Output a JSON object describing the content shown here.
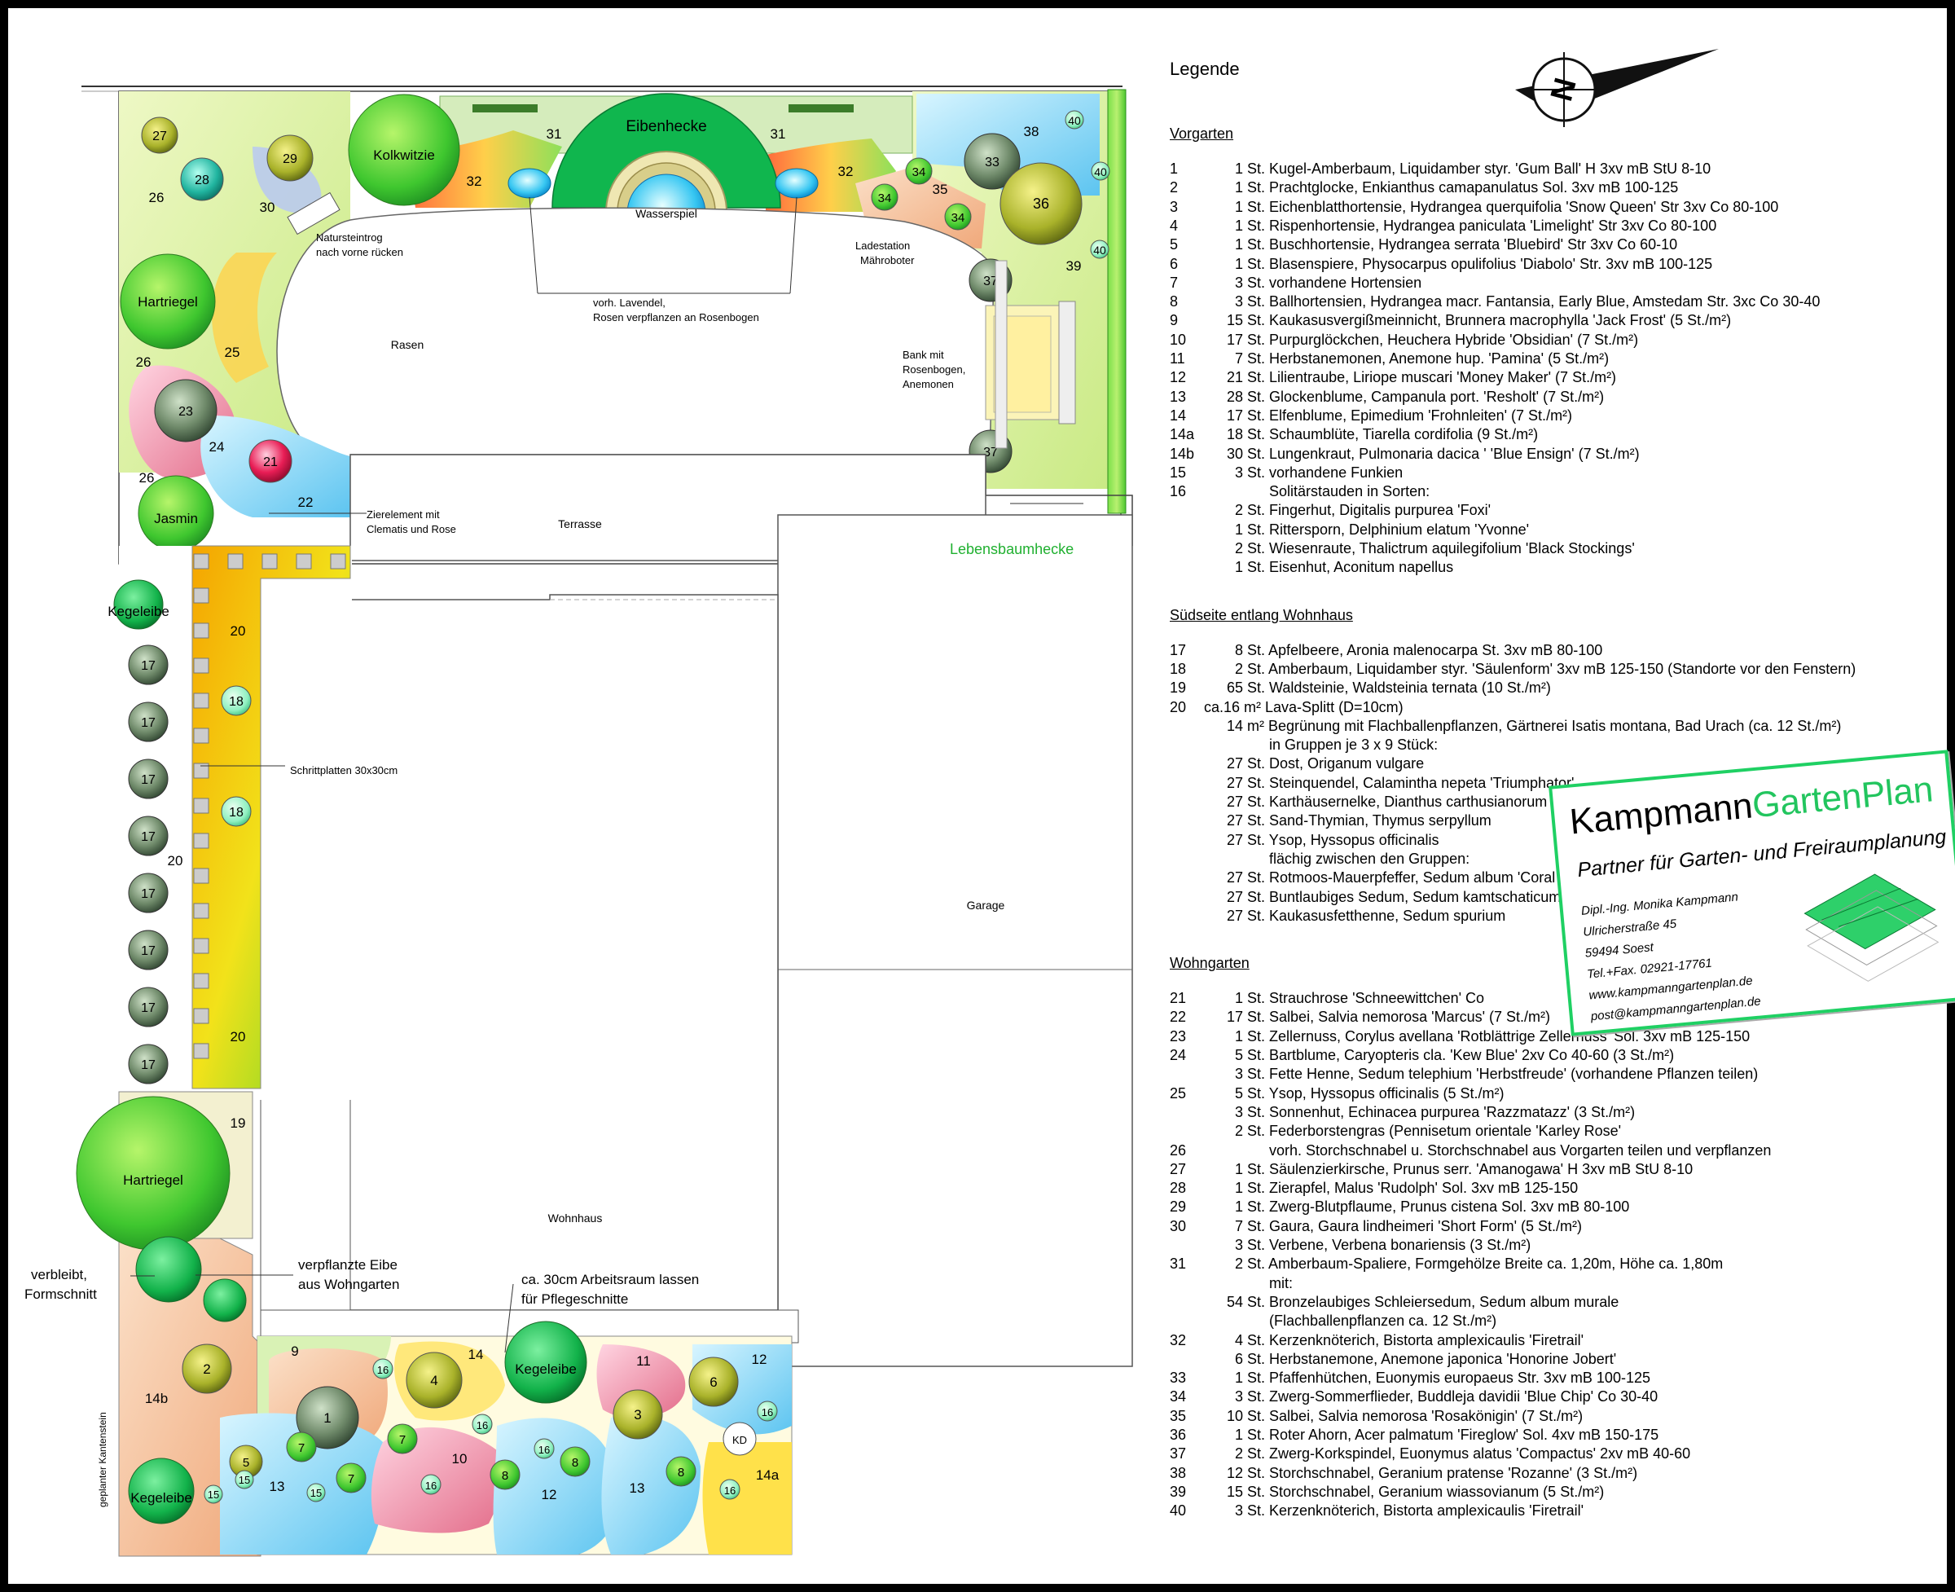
{
  "legend": {
    "title": "Legende",
    "sections": [
      {
        "heading": "Vorgarten",
        "rows": [
          {
            "n": "1",
            "t": "1 St. Kugel-Amberbaum, Liquidamber styr. 'Gum Ball' H 3xv mB StU 8-10"
          },
          {
            "n": "2",
            "t": "1 St. Prachtglocke, Enkianthus camapanulatus Sol. 3xv mB 100-125"
          },
          {
            "n": "3",
            "t": "1 St. Eichenblatthortensie, Hydrangea querquifolia 'Snow Queen' Str 3xv Co 80-100"
          },
          {
            "n": "4",
            "t": "1 St. Rispenhortensie, Hydrangea paniculata 'Limelight' Str 3xv Co 80-100"
          },
          {
            "n": "5",
            "t": "1 St. Buschhortensie, Hydrangea serrata 'Bluebird' Str 3xv Co 60-10"
          },
          {
            "n": "6",
            "t": "1 St. Blasenspiere, Physocarpus opulifolius 'Diabolo' Str. 3xv mB 100-125"
          },
          {
            "n": "7",
            "t": "3 St. vorhandene Hortensien"
          },
          {
            "n": "8",
            "t": "3 St. Ballhortensien, Hydrangea macr. Fantansia, Early Blue, Amstedam Str. 3xc Co 30-40"
          },
          {
            "n": "9",
            "t": "15 St. Kaukasusvergißmeinnicht, Brunnera macrophylla 'Jack Frost' (5 St./m²)"
          },
          {
            "n": "10",
            "t": "17 St. Purpurglöckchen, Heuchera Hybride 'Obsidian' (7 St./m²)"
          },
          {
            "n": "11",
            "t": "7 St. Herbstanemonen, Anemone hup. 'Pamina' (5 St./m²)"
          },
          {
            "n": "12",
            "t": "21 St. Lilientraube, Liriope muscari 'Money Maker' (7 St./m²)"
          },
          {
            "n": "13",
            "t": "28 St. Glockenblume, Campanula port. 'Resholt' (7 St./m²)"
          },
          {
            "n": "14",
            "t": "17 St. Elfenblume, Epimedium 'Frohnleiten' (7 St./m²)"
          },
          {
            "n": "14a",
            "t": "18 St. Schaumblüte, Tiarella cordifolia (9 St./m²)"
          },
          {
            "n": "14b",
            "t": "30 St. Lungenkraut, Pulmonaria dacica ' 'Blue Ensign' (7 St./m²)"
          },
          {
            "n": "15",
            "t": "3 St. vorhandene Funkien"
          },
          {
            "n": "16",
            "t": "Solitärstauden in Sorten:"
          },
          {
            "n": "",
            "t": "2 St. Fingerhut, Digitalis purpurea 'Foxi'"
          },
          {
            "n": "",
            "t": "1 St. Rittersporn, Delphinium elatum 'Yvonne'"
          },
          {
            "n": "",
            "t": "2 St. Wiesenraute, Thalictrum aquilegifolium 'Black Stockings'"
          },
          {
            "n": "",
            "t": "1 St. Eisenhut, Aconitum napellus"
          }
        ]
      },
      {
        "heading": "Südseite entlang Wohnhaus",
        "rows": [
          {
            "n": "17",
            "t": "8 St. Apfelbeere, Aronia malenocarpa St. 3xv mB 80-100"
          },
          {
            "n": "18",
            "t": "2 St. Amberbaum, Liquidamber styr. 'Säulenform' 3xv mB 125-150 (Standorte vor den Fenstern)"
          },
          {
            "n": "19",
            "t": "65 St. Waldsteinie, Waldsteinia ternata (10 St./m²)"
          },
          {
            "n": "20",
            "t": "ca.16 m² Lava-Splitt (D=10cm)"
          },
          {
            "n": "",
            "t": "14 m² Begrünung mit Flachballenpflanzen, Gärtnerei Isatis montana, Bad Urach (ca. 12 St./m²)"
          },
          {
            "n": "",
            "t": "in Gruppen je 3 x 9 Stück:"
          },
          {
            "n": "",
            "t": "27 St. Dost, Origanum vulgare"
          },
          {
            "n": "",
            "t": "27 St. Steinquendel, Calamintha nepeta 'Triumphator'"
          },
          {
            "n": "",
            "t": "27 St. Karthäusernelke, Dianthus carthusianorum"
          },
          {
            "n": "",
            "t": "27 St. Sand-Thymian, Thymus serpyllum"
          },
          {
            "n": "",
            "t": "27 St. Ysop, Hyssopus officinalis"
          },
          {
            "n": "",
            "t": "flächig zwischen den Gruppen:"
          },
          {
            "n": "",
            "t": "27 St. Rotmoos-Mauerpfeffer, Sedum album 'Coral Carpet'"
          },
          {
            "n": "",
            "t": "27 St. Buntlaubiges Sedum, Sedum kamtschaticum"
          },
          {
            "n": "",
            "t": "27 St. Kaukasusfetthenne, Sedum spurium"
          }
        ]
      },
      {
        "heading": "Wohngarten",
        "rows": [
          {
            "n": "21",
            "t": "1 St. Strauchrose 'Schneewittchen' Co"
          },
          {
            "n": "22",
            "t": "17 St. Salbei, Salvia nemorosa 'Marcus' (7 St./m²)"
          },
          {
            "n": "23",
            "t": "1 St. Zellernuss, Corylus avellana 'Rotblättrige Zellernuss' Sol. 3xv mB 125-150"
          },
          {
            "n": "24",
            "t": "5 St. Bartblume, Caryopteris cla. 'Kew Blue' 2xv Co 40-60 (3 St./m²)"
          },
          {
            "n": "",
            "t": "3 St. Fette Henne, Sedum telephium 'Herbstfreude' (vorhandene Pflanzen teilen)"
          },
          {
            "n": "25",
            "t": "5 St. Ysop, Hyssopus officinalis (5 St./m²)"
          },
          {
            "n": "",
            "t": "3 St. Sonnenhut, Echinacea purpurea 'Razzmatazz' (3 St./m²)"
          },
          {
            "n": "",
            "t": "2 St. Federborstengras (Pennisetum orientale 'Karley Rose'"
          },
          {
            "n": "26",
            "t": "vorh. Storchschnabel u. Storchschnabel aus Vorgarten teilen und verpflanzen"
          },
          {
            "n": "27",
            "t": "1 St. Säulenzierkirsche, Prunus serr. 'Amanogawa' H 3xv mB StU 8-10"
          },
          {
            "n": "28",
            "t": "1 St. Zierapfel, Malus 'Rudolph' Sol. 3xv mB 125-150"
          },
          {
            "n": "29",
            "t": "1 St. Zwerg-Blutpflaume, Prunus cistena Sol. 3xv mB 80-100"
          },
          {
            "n": "30",
            "t": "7 St. Gaura, Gaura lindheimeri 'Short Form' (5 St./m²)"
          },
          {
            "n": "",
            "t": "3 St. Verbene, Verbena bonariensis (3 St./m²)"
          },
          {
            "n": "31",
            "t": "2 St. Amberbaum-Spaliere, Formgehölze Breite ca. 1,20m, Höhe ca. 1,80m"
          },
          {
            "n": "",
            "t": "mit:"
          },
          {
            "n": "",
            "t": "54 St. Bronzelaubiges Schleiersedum, Sedum album murale"
          },
          {
            "n": "",
            "t": "(Flachballenpflanzen ca. 12 St./m²)"
          },
          {
            "n": "32",
            "t": "4 St. Kerzenknöterich, Bistorta amplexicaulis 'Firetrail'"
          },
          {
            "n": "",
            "t": "6 St. Herbstanemone, Anemone japonica 'Honorine Jobert'"
          },
          {
            "n": "33",
            "t": "1 St. Pfaffenhütchen, Euonymis europaeus Str. 3xv mB 100-125"
          },
          {
            "n": "34",
            "t": "3 St. Zwerg-Sommerflieder, Buddleja davidii 'Blue Chip' Co 30-40"
          },
          {
            "n": "35",
            "t": "10 St. Salbei, Salvia nemorosa 'Rosakönigin' (7 St./m²)"
          },
          {
            "n": "36",
            "t": "1 St. Roter Ahorn, Acer palmatum 'Fireglow' Sol. 4xv mB 150-175"
          },
          {
            "n": "37",
            "t": "2 St. Zwerg-Korkspindel, Euonymus alatus 'Compactus' 2xv mB 40-60"
          },
          {
            "n": "38",
            "t": "12 St. Storchschnabel, Geranium pratense 'Rozanne' (3 St./m²)"
          },
          {
            "n": "39",
            "t": "15 St. Storchschnabel, Geranium wiassovianum (5 St./m²)"
          },
          {
            "n": "40",
            "t": "3 St. Kerzenknöterich, Bistorta amplexicaulis 'Firetrail'"
          }
        ]
      }
    ]
  },
  "plan_labels": {
    "rasen": "Rasen",
    "terrasse": "Terrasse",
    "garage": "Garage",
    "wohnhaus": "Wohnhaus",
    "wasserspiel": "Wasserspiel",
    "eibenhecke": "Eibenhecke",
    "kolkwitzie": "Kolkwitzie",
    "hartriegel": "Hartriegel",
    "jasmin": "Jasmin",
    "kegeleibe": "Kegeleibe",
    "kd": "KD",
    "lebensbaumhecke": "Lebensbaumhecke",
    "natursteintrog_1": "Natursteintrog",
    "natursteintrog_2": "nach vorne rücken",
    "lavendel_1": "vorh. Lavendel,",
    "lavendel_2": "Rosen verpflanzen an Rosenbogen",
    "ladestation_1": "Ladestation",
    "ladestation_2": "Mähroboter",
    "bank_1": "Bank mit",
    "bank_2": "Rosenbogen,",
    "bank_3": "Anemonen",
    "zier_1": "Zierelement mit",
    "zier_2": "Clematis und Rose",
    "schritt": "Schrittplatten 30x30cm",
    "eibe_1": "verpflanzte Eibe",
    "eibe_2": "aus Wohngarten",
    "verbleibt_1": "verbleibt,",
    "verbleibt_2": "Formschnitt",
    "arbeit_1": "ca. 30cm Arbeitsraum lassen",
    "arbeit_2": "für Pflegeschnitte",
    "kantenstein": "geplanter Kantenstein"
  },
  "stamp": {
    "brand_a": "Kampmann",
    "brand_b": "GartenPlan",
    "tagline": "Partner für Garten- und Freiraumplanung",
    "name": "Dipl.-Ing. Monika Kampmann",
    "street": "Ulricherstraße 45",
    "city": "59494 Soest",
    "phone": "Tel.+Fax. 02921-17761",
    "web": "www.kampmanngartenplan.de",
    "email": "post@kampmanngartenplan.de",
    "brand_color_green": "#22c55e"
  }
}
